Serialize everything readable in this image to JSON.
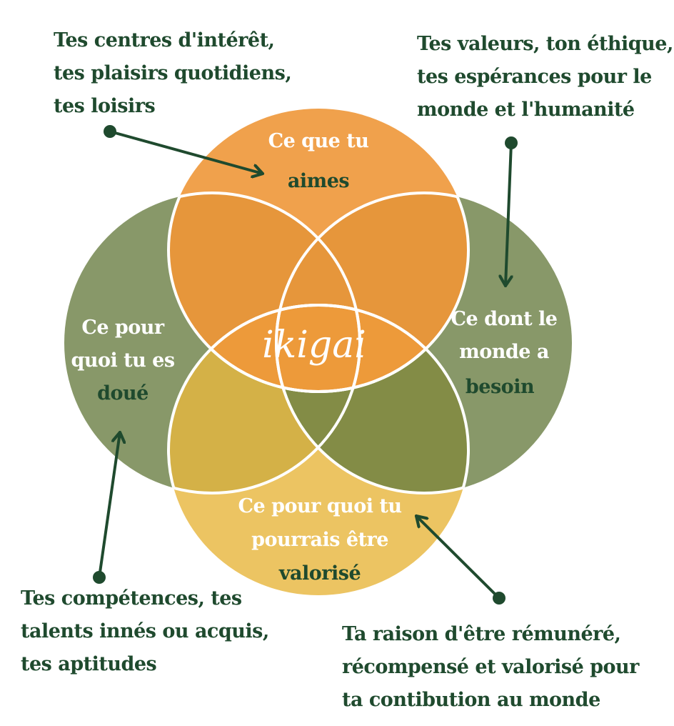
{
  "title": "ikigai",
  "colors": {
    "text_dark": "#1f4a2e",
    "arrow": "#1f4a2e",
    "love_orange": "#f0a14c",
    "love_overlap_orange": "#e6963b",
    "center_orange": "#ed9a3a",
    "skill_green": "#889869",
    "need_green": "#889869",
    "paid_yellow": "#ecc462",
    "skill_paid_overlap": "#d4b147",
    "need_paid_overlap": "#838c46",
    "outline": "#ffffff"
  },
  "circles": {
    "love": {
      "line1": "Ce que tu",
      "line2": "aimes"
    },
    "skill": {
      "line1": "Ce pour",
      "line2": "quoi tu es",
      "line3": "doué"
    },
    "need": {
      "line1": "Ce dont le",
      "line2": "monde a",
      "line3": "besoin"
    },
    "paid": {
      "line1": "Ce pour quoi tu",
      "line2": "pourrais être",
      "line3": "valorisé"
    }
  },
  "center_label": "ikigai",
  "notes": {
    "love": [
      "Tes centres d'intérêt,",
      "tes plaisirs quotidiens,",
      "tes loisirs"
    ],
    "need": [
      "Tes valeurs, ton éthique,",
      "tes espérances pour le",
      "monde et l'humanité"
    ],
    "skill": [
      "Tes compétences, tes",
      "talents innés ou acquis,",
      "tes aptitudes"
    ],
    "paid": [
      "Ta raison d'être rémunéré,",
      "récompensé et valorisé pour",
      "ta contibution au monde"
    ]
  }
}
